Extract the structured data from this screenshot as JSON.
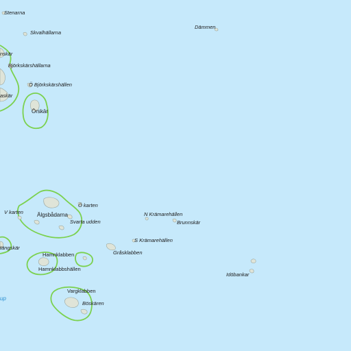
{
  "colors": {
    "water": "#c6e9fb",
    "land": "#dfe4d8",
    "land_edge": "#9aa7a0",
    "reserve_border": "#7bd14e",
    "water_label": "#2a8fd1"
  },
  "labels": {
    "stenarna": "Stenarna",
    "skvalhallarna": "Skvalhällarna",
    "dammen": "Dämmen",
    "nskar_partial": "nskär",
    "bjorkskarshallarna": "Björkskärshällarna",
    "o_bjorkskarshallen": "Ö Björkskärshällen",
    "askar_partial": "askär",
    "orskar": "Örskär",
    "o_karten": "Ö karten",
    "v_karten": "V karten",
    "algsbadarna": "Älgsbådarna",
    "svarta_udden": "Svarta udden",
    "n_kramarehallen": "N Krämarehällen",
    "brunnskar": "Brunnskär",
    "s_kramarehallen": "S Krämarehällen",
    "grasklabben": "Gråsklabben",
    "tangskar_partial": "tängskär",
    "hamnklabben": "Hamnklabben",
    "hamnklabbshallen": "Hamnklabbshällen",
    "idobankar": "Idöbankar",
    "water_partial": "up",
    "vargklabben": "Vargklabben",
    "boskaren": "Böskären"
  }
}
